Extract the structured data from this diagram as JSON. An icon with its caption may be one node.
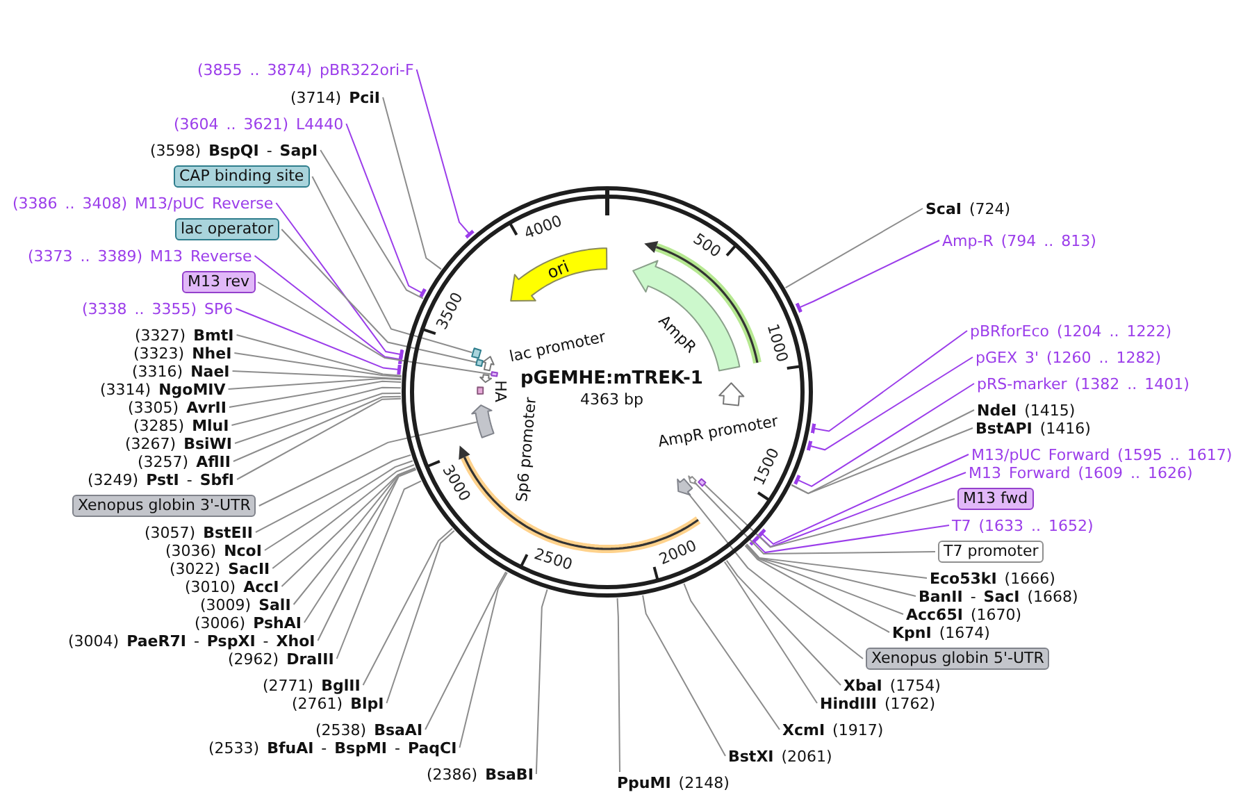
{
  "diagram": {
    "nodes": [
      {
        "text": [
          "pGEMHE:mTREK-1",
          "4363 bp"
        ]
      },
      {
        "text": [
          "ori"
        ],
        "in": 0
      },
      {
        "text": [],
        "shape": "arrow",
        "beside": [
          "AmpR"
        ],
        "in": 0
      },
      {
        "text": [],
        "shape": "arrow",
        "beside": [
          "AmpR promoter"
        ],
        "in": 0
      },
      {
        "text": [],
        "shape": "arrow",
        "beside": [
          "lac promoter"
        ],
        "in": 0
      },
      {
        "text": [],
        "shape": "arrow",
        "beside": [
          "Sp6 promoter"
        ],
        "in": 0
      },
      {
        "text": [],
        "shape": "box",
        "beside": [
          "HA"
        ],
        "in": 0
      },
      {
        "text": [],
        "shape": "box",
        "in": 0
      },
      {
        "text": [],
        "shape": "box",
        "in": 0
      },
      {
        "text": [],
        "shape": "box",
        "in": 0
      },
      {
        "text": [],
        "shape": "arrow",
        "in": 0
      },
      {
        "text": [],
        "shape": "box",
        "in": 0
      },
      {
        "text": [],
        "shape": "arrow",
        "in": 0
      },
      {
        "text": [],
        "shape": "arrow",
        "in": 0
      },
      {
        "text": [
          "(3855 .. 3874) pBR322ori-F"
        ]
      },
      {
        "text": [
          "(3714) **PciI**"
        ]
      },
      {
        "text": [
          "(3604 .. 3621) L4440"
        ]
      },
      {
        "text": [
          "(3598) **BspQI** - **SapI**"
        ]
      },
      {
        "text": [
          "CAP binding site"
        ]
      },
      {
        "text": [
          "(3386 .. 3408) M13/pUC Reverse"
        ]
      },
      {
        "text": [
          "lac operator"
        ]
      },
      {
        "text": [
          "(3373 .. 3389) M13 Reverse"
        ]
      },
      {
        "text": [
          "M13 rev"
        ]
      },
      {
        "text": [
          "(3338 .. 3355) SP6"
        ]
      },
      {
        "text": [
          "(3327) **BmtI**"
        ]
      },
      {
        "text": [
          "(3323) **NheI**"
        ]
      },
      {
        "text": [
          "(3316) **NaeI**"
        ]
      },
      {
        "text": [
          "(3314) **NgoMIV**"
        ]
      },
      {
        "text": [
          "(3305) **AvrII**"
        ]
      },
      {
        "text": [
          "(3285) **MluI**"
        ]
      },
      {
        "text": [
          "(3267) **BsiWI**"
        ]
      },
      {
        "text": [
          "(3257) **AflII**"
        ]
      },
      {
        "text": [
          "(3249) **PstI** - **SbfI**"
        ]
      },
      {
        "text": [
          "Xenopus globin 3'-UTR"
        ]
      },
      {
        "text": [
          "(3057) **BstEII**"
        ]
      },
      {
        "text": [
          "(3036) **NcoI**"
        ]
      },
      {
        "text": [
          "(3022) **SacII**"
        ]
      },
      {
        "text": [
          "(3010) **AccI**"
        ]
      },
      {
        "text": [
          "(3009) **SalI**"
        ]
      },
      {
        "text": [
          "(3006) **PshAI**"
        ]
      },
      {
        "text": [
          "(3004) **PaeR7I** - **PspXI** - **XhoI**"
        ]
      },
      {
        "text": [
          "(2962) **DraIII**"
        ]
      },
      {
        "text": [
          "(2771) **BglII**"
        ]
      },
      {
        "text": [
          "(2761) **BlpI**"
        ]
      },
      {
        "text": [
          "(2538) **BsaAI**"
        ]
      },
      {
        "text": [
          "(2533) **BfuAI** - **BspMI** - **PaqCI**"
        ]
      },
      {
        "text": [
          "(2386) **BsaBI**"
        ]
      },
      {
        "text": [
          "**ScaI** (724)"
        ]
      },
      {
        "text": [
          "Amp-R (794 .. 813)"
        ]
      },
      {
        "text": [
          "pBRforEco (1204 .. 1222)"
        ]
      },
      {
        "text": [
          "pGEX 3' (1260 .. 1282)"
        ]
      },
      {
        "text": [
          "pRS-marker (1382 .. 1401)"
        ]
      },
      {
        "text": [
          "**NdeI** (1415)"
        ]
      },
      {
        "text": [
          "**BstAPI** (1416)"
        ]
      },
      {
        "text": [
          "M13/pUC Forward (1595 .. 1617)"
        ]
      },
      {
        "text": [
          "M13 Forward (1609 .. 1626)"
        ]
      },
      {
        "text": [
          "M13 fwd"
        ]
      },
      {
        "text": [
          "T7 (1633 .. 1652)"
        ]
      },
      {
        "text": [
          "T7 promoter"
        ]
      },
      {
        "text": [
          "**Eco53kI** (1666)"
        ]
      },
      {
        "text": [
          "**BanII** - **SacI** (1668)"
        ]
      },
      {
        "text": [
          "**Acc65I** (1670)"
        ]
      },
      {
        "text": [
          "**KpnI** (1674)"
        ]
      },
      {
        "text": [
          "Xenopus globin 5'-UTR"
        ]
      },
      {
        "text": [
          "**XbaI** (1754)"
        ]
      },
      {
        "text": [
          "**HindIII** (1762)"
        ]
      },
      {
        "text": [
          "**XcmI** (1917)"
        ]
      },
      {
        "text": [
          "**BstXI** (2061)"
        ]
      },
      {
        "text": [
          "**PpuMI** (2148)"
        ]
      }
    ],
    "edges": [
      {
        "from": 14,
        "to": 0,
        "arrow": "other",
        "color": "#9b3dea"
      },
      {
        "from": 15,
        "to": 0,
        "arrow": "none"
      },
      {
        "from": 16,
        "to": 0,
        "arrow": "other",
        "color": "#9b3dea"
      },
      {
        "from": 17,
        "to": 0,
        "arrow": "none"
      },
      {
        "from": 18,
        "to": 7,
        "arrow": "none"
      },
      {
        "from": 19,
        "to": 0,
        "arrow": "other",
        "color": "#9b3dea"
      },
      {
        "from": 20,
        "to": 8,
        "arrow": "none"
      },
      {
        "from": 21,
        "to": 0,
        "arrow": "other",
        "color": "#9b3dea"
      },
      {
        "from": 22,
        "to": 9,
        "arrow": "none"
      },
      {
        "from": 23,
        "to": 0,
        "arrow": "other",
        "color": "#9b3dea"
      },
      {
        "from": 24,
        "to": 0,
        "arrow": "none"
      },
      {
        "from": 25,
        "to": 0,
        "arrow": "none"
      },
      {
        "from": 26,
        "to": 0,
        "arrow": "none"
      },
      {
        "from": 27,
        "to": 0,
        "arrow": "none"
      },
      {
        "from": 28,
        "to": 0,
        "arrow": "none"
      },
      {
        "from": 29,
        "to": 0,
        "arrow": "none"
      },
      {
        "from": 30,
        "to": 0,
        "arrow": "none"
      },
      {
        "from": 31,
        "to": 0,
        "arrow": "none"
      },
      {
        "from": 32,
        "to": 0,
        "arrow": "none"
      },
      {
        "from": 33,
        "to": 10,
        "arrow": "none"
      },
      {
        "from": 34,
        "to": 0,
        "arrow": "none"
      },
      {
        "from": 35,
        "to": 0,
        "arrow": "none"
      },
      {
        "from": 36,
        "to": 0,
        "arrow": "none"
      },
      {
        "from": 37,
        "to": 0,
        "arrow": "none"
      },
      {
        "from": 38,
        "to": 0,
        "arrow": "none"
      },
      {
        "from": 39,
        "to": 0,
        "arrow": "none"
      },
      {
        "from": 40,
        "to": 0,
        "arrow": "none"
      },
      {
        "from": 41,
        "to": 0,
        "arrow": "none"
      },
      {
        "from": 42,
        "to": 0,
        "arrow": "none"
      },
      {
        "from": 43,
        "to": 0,
        "arrow": "none"
      },
      {
        "from": 44,
        "to": 0,
        "arrow": "none"
      },
      {
        "from": 45,
        "to": 0,
        "arrow": "none"
      },
      {
        "from": 46,
        "to": 0,
        "arrow": "none"
      },
      {
        "from": 47,
        "to": 0,
        "arrow": "none"
      },
      {
        "from": 48,
        "to": 0,
        "arrow": "other",
        "color": "#9b3dea"
      },
      {
        "from": 49,
        "to": 0,
        "arrow": "other",
        "color": "#9b3dea"
      },
      {
        "from": 50,
        "to": 0,
        "arrow": "other",
        "color": "#9b3dea"
      },
      {
        "from": 51,
        "to": 0,
        "arrow": "other",
        "color": "#9b3dea"
      },
      {
        "from": 52,
        "to": 0,
        "arrow": "none"
      },
      {
        "from": 53,
        "to": 0,
        "arrow": "none"
      },
      {
        "from": 54,
        "to": 0,
        "arrow": "other",
        "color": "#9b3dea"
      },
      {
        "from": 55,
        "to": 0,
        "arrow": "other",
        "color": "#9b3dea"
      },
      {
        "from": 56,
        "to": 11,
        "arrow": "none"
      },
      {
        "from": 57,
        "to": 0,
        "arrow": "other",
        "color": "#9b3dea"
      },
      {
        "from": 58,
        "to": 12,
        "arrow": "none"
      },
      {
        "from": 59,
        "to": 0,
        "arrow": "none"
      },
      {
        "from": 60,
        "to": 0,
        "arrow": "none"
      },
      {
        "from": 61,
        "to": 0,
        "arrow": "none"
      },
      {
        "from": 62,
        "to": 0,
        "arrow": "none"
      },
      {
        "from": 63,
        "to": 13,
        "arrow": "none"
      },
      {
        "from": 64,
        "to": 0,
        "arrow": "none"
      },
      {
        "from": 65,
        "to": 0,
        "arrow": "none"
      },
      {
        "from": 66,
        "to": 0,
        "arrow": "none"
      },
      {
        "from": 67,
        "to": 0,
        "arrow": "none"
      },
      {
        "from": 68,
        "to": 0,
        "arrow": "none"
      }
    ],
    "labels": [
      "500",
      "1000",
      "1500",
      "2000",
      "2500",
      "3000",
      "3500",
      "4000"
    ]
  }
}
